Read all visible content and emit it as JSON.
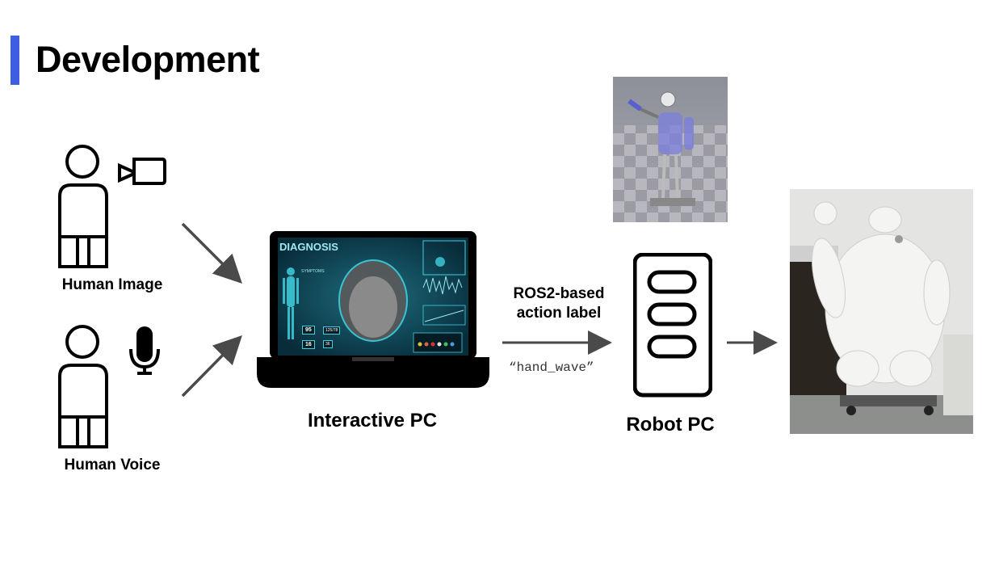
{
  "page": {
    "title": "Development",
    "accent_color": "#3b5fe0"
  },
  "inputs": {
    "image": {
      "label": "Human Image",
      "icon": "camera-icon"
    },
    "voice": {
      "label": "Human Voice",
      "icon": "microphone-icon"
    }
  },
  "interactive_pc": {
    "label": "Interactive PC",
    "screen": {
      "title": "DIAGNOSIS",
      "symptoms_label": "SYMPTOMS",
      "vital_1": "95",
      "vital_2": "16",
      "vital_3": "125/78",
      "vital_4": "36"
    }
  },
  "link": {
    "label": "ROS2-based\naction label",
    "example": "“hand_wave”"
  },
  "robot_pc": {
    "label": "Robot PC",
    "icon": "server-icon"
  },
  "colors": {
    "arrow": "#4a4a4a",
    "screen_bg": "#0b3a4a",
    "screen_accent": "#3fd0e0"
  }
}
